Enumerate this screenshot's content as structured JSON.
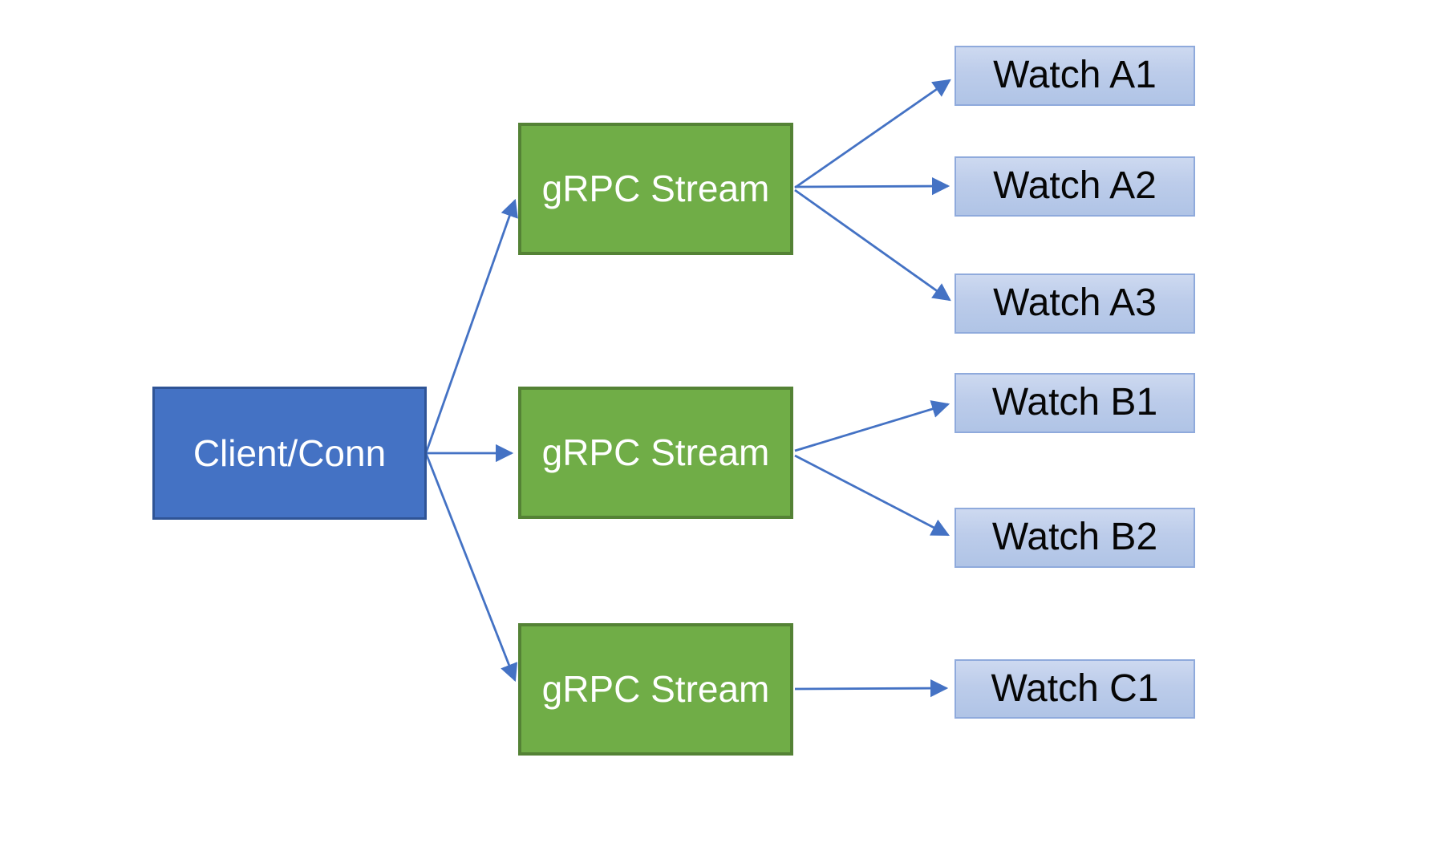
{
  "diagram": {
    "type": "flow-diagram",
    "background_color": "#FFFFFF",
    "colors": {
      "client_fill": "#4472C4",
      "client_border": "#2F5496",
      "stream_fill": "#70AD47",
      "stream_border": "#548235",
      "watch_fill_top": "#CDD9F0",
      "watch_fill_bottom": "#B0C4E6",
      "watch_border": "#8FAADC",
      "arrow": "#4472C4",
      "client_text": "#FFFFFF",
      "stream_text": "#FFFFFF",
      "watch_text": "#060606"
    },
    "nodes": {
      "client": {
        "id": "client",
        "label": "Client/Conn"
      },
      "streams": [
        {
          "id": "stream-1",
          "label": "gRPC Stream"
        },
        {
          "id": "stream-2",
          "label": "gRPC Stream"
        },
        {
          "id": "stream-3",
          "label": "gRPC Stream"
        }
      ],
      "watches": [
        {
          "id": "watch-a1",
          "label": "Watch A1"
        },
        {
          "id": "watch-a2",
          "label": "Watch A2"
        },
        {
          "id": "watch-a3",
          "label": "Watch A3"
        },
        {
          "id": "watch-b1",
          "label": "Watch B1"
        },
        {
          "id": "watch-b2",
          "label": "Watch B2"
        },
        {
          "id": "watch-c1",
          "label": "Watch C1"
        }
      ]
    },
    "edges": [
      {
        "from": "client",
        "to": "stream-1"
      },
      {
        "from": "client",
        "to": "stream-2"
      },
      {
        "from": "client",
        "to": "stream-3"
      },
      {
        "from": "stream-1",
        "to": "watch-a1"
      },
      {
        "from": "stream-1",
        "to": "watch-a2"
      },
      {
        "from": "stream-1",
        "to": "watch-a3"
      },
      {
        "from": "stream-2",
        "to": "watch-b1"
      },
      {
        "from": "stream-2",
        "to": "watch-b2"
      },
      {
        "from": "stream-3",
        "to": "watch-c1"
      }
    ]
  }
}
